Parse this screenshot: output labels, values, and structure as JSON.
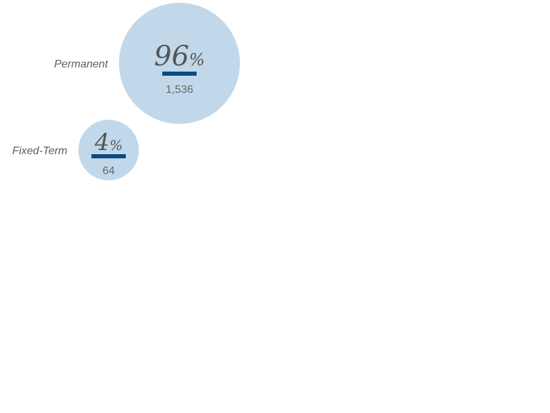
{
  "chart_data": {
    "type": "bubble",
    "colors": {
      "bubble": "#c0d8e9",
      "underline": "#0e4a7e",
      "text": "#555555"
    },
    "items": [
      {
        "label": "Permanent",
        "percent": 96,
        "percent_text": "96",
        "count": 1536,
        "count_text": "1,536"
      },
      {
        "label": "Fixed-Term",
        "percent": 4,
        "percent_text": "4",
        "count": 64,
        "count_text": "64"
      }
    ],
    "percent_sign": "%"
  }
}
